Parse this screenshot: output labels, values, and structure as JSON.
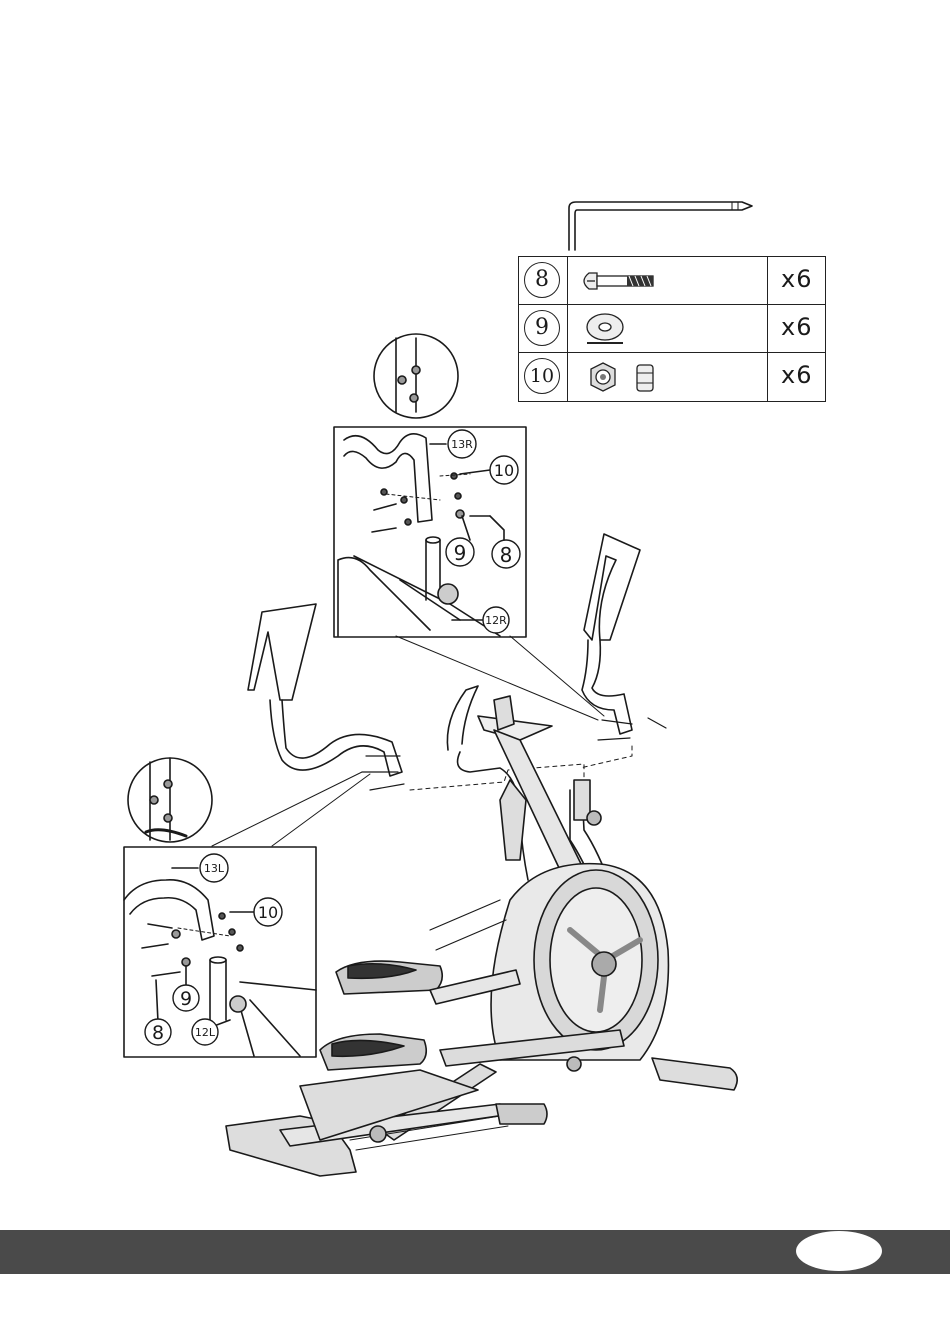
{
  "parts": [
    {
      "number": "8",
      "icon": "bolt-icon",
      "qty": "x6"
    },
    {
      "number": "9",
      "icon": "washer-icon",
      "qty": "x6"
    },
    {
      "number": "10",
      "icon": "nut-icon",
      "qty": "x6"
    }
  ],
  "callouts": {
    "handle_right": "13R",
    "handle_left": "13L",
    "arm_right": "12R",
    "arm_left": "12L",
    "nut": "10",
    "washer": "9",
    "bolt": "8"
  },
  "page_number": ""
}
